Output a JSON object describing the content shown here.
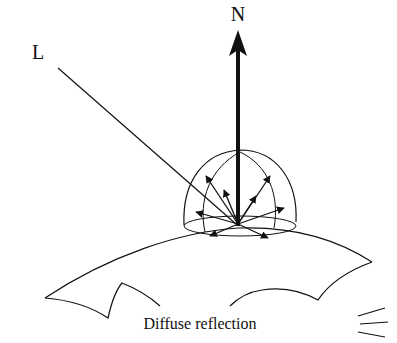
{
  "diagram": {
    "labels": [
      "N",
      "L",
      "Diffuse reflection"
    ]
  }
}
